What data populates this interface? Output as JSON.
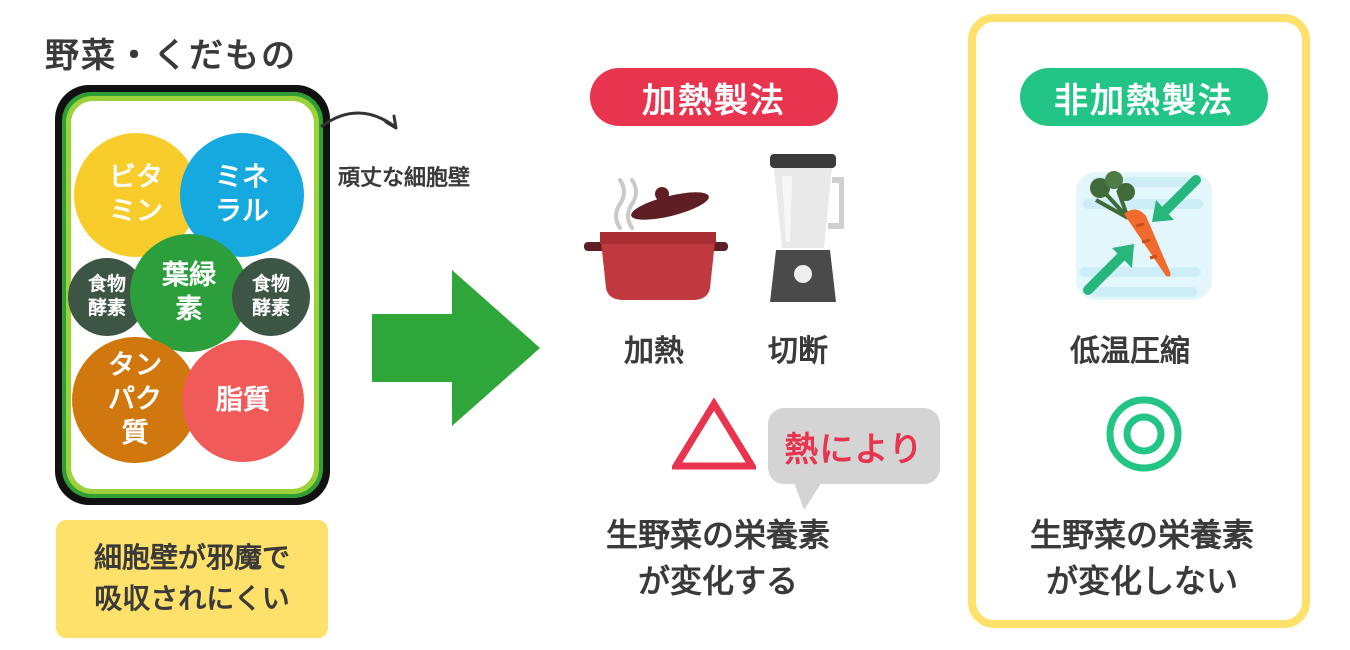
{
  "left": {
    "title": "野菜・くだもの",
    "nutrients": [
      {
        "label": "ビタ\nミン",
        "color": "#f8cc2a"
      },
      {
        "label": "ミネ\nラル",
        "color": "#15a9e0"
      },
      {
        "label": "食物\n酵素",
        "color": "#3d5544"
      },
      {
        "label": "葉緑\n素",
        "color": "#2d9e3c"
      },
      {
        "label": "食物\n酵素",
        "color": "#3d5544"
      },
      {
        "label": "タン\nパク\n質",
        "color": "#d0780e"
      },
      {
        "label": "脂質",
        "color": "#f05a58"
      }
    ],
    "callout": "頑丈な細胞壁",
    "note": "細胞壁が邪魔で\n吸収されにくい"
  },
  "middle": {
    "badge": "加熱製法",
    "badge_color": "#e8344e",
    "methods": [
      "加熱",
      "切断"
    ],
    "symbol": "△",
    "bubble": "熱により",
    "result": "生野菜の栄養素\nが変化する"
  },
  "right": {
    "badge": "非加熱製法",
    "badge_color": "#22c585",
    "method": "低温圧縮",
    "symbol": "◎",
    "result": "生野菜の栄養素\nが変化しない",
    "frame_color": "#fde16a"
  },
  "icons": [
    "pot-icon",
    "blender-icon",
    "carrot-compress-icon",
    "curved-arrow-icon",
    "big-right-arrow-icon"
  ]
}
